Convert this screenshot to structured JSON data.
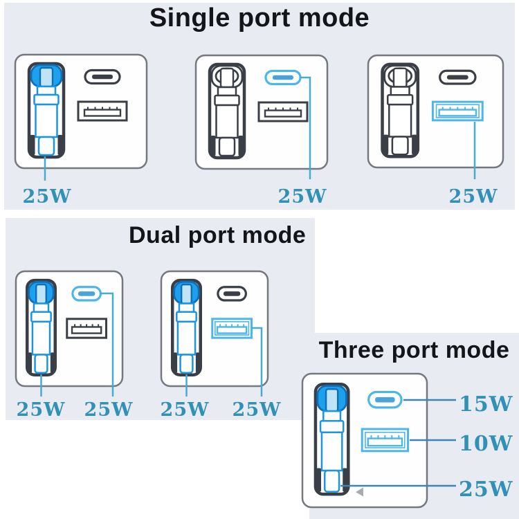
{
  "colors": {
    "panel": "#E9EBF2",
    "title": "#141518",
    "wattage": "#3090B5",
    "leader": "#45ACCE",
    "leader_three": "#3B86B6",
    "port_active": "#4DB6E8",
    "port_active_inner": "#4CA2DA",
    "port_inactive": "#3A3E46",
    "charger_outline": "#75797F",
    "slot_outline": "#3A3E46",
    "charger_fill": "#FEFEFE",
    "cable_active_head_fill": "#1FA0EC",
    "cable_active_head_stroke": "#0C6FB8",
    "cable_active_part_stroke": "#1B95E2",
    "cable_active_inner_fill": "#BFE4F8",
    "watermark_arrow": "#A8ABB0"
  },
  "icons": {
    "watermark_arrow": "left-triangle",
    "usbc_port": "usb-c-pill",
    "usba_port": "usb-a-socket",
    "cable": "retractable-usb-cable"
  },
  "sections": [
    {
      "id": "single-port-mode",
      "title": "Single port mode",
      "chargers": [
        {
          "cable": "active",
          "usbc": "inactive",
          "usba": "inactive",
          "labels": [
            {
              "port": "cable",
              "text": "25W"
            }
          ]
        },
        {
          "cable": "inactive",
          "usbc": "active",
          "usba": "inactive",
          "labels": [
            {
              "port": "usbc",
              "text": "25W"
            }
          ]
        },
        {
          "cable": "inactive",
          "usbc": "inactive",
          "usba": "active",
          "labels": [
            {
              "port": "usba",
              "text": "25W"
            }
          ]
        }
      ]
    },
    {
      "id": "dual-port-mode",
      "title": "Dual port mode",
      "chargers": [
        {
          "cable": "active",
          "usbc": "active",
          "usba": "inactive",
          "labels": [
            {
              "port": "cable",
              "text": "25W"
            },
            {
              "port": "usbc",
              "text": "25W"
            }
          ]
        },
        {
          "cable": "active",
          "usbc": "inactive",
          "usba": "active",
          "labels": [
            {
              "port": "cable",
              "text": "25W"
            },
            {
              "port": "usba",
              "text": "25W"
            }
          ]
        }
      ]
    },
    {
      "id": "three-port-mode",
      "title": "Three port mode",
      "chargers": [
        {
          "cable": "active",
          "usbc": "active",
          "usba": "active",
          "labels": [
            {
              "port": "usbc",
              "text": "15W"
            },
            {
              "port": "usba",
              "text": "10W"
            },
            {
              "port": "cable",
              "text": "25W"
            }
          ]
        }
      ]
    }
  ]
}
